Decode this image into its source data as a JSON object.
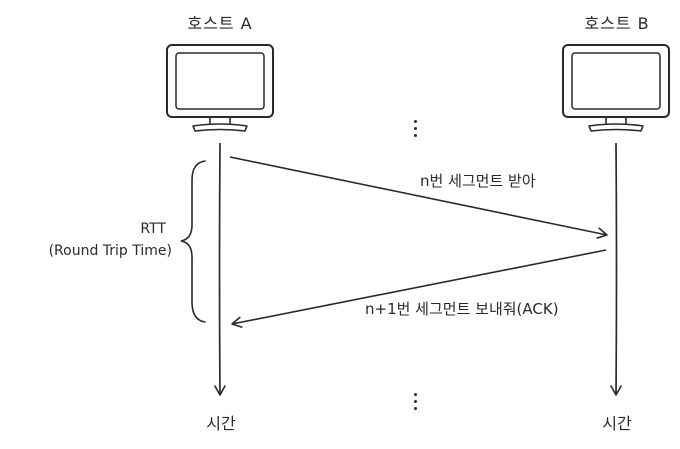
{
  "host_a": {
    "label": "호스트 A"
  },
  "host_b": {
    "label": "호스트 B"
  },
  "messages": {
    "segment_received": "n번 세그먼트 받아",
    "next_segment_request": "n+1번 세그먼트 보내줘(ACK)"
  },
  "rtt": {
    "abbr": "RTT",
    "full": "(Round Trip Time)"
  },
  "time_axis": {
    "left_label": "시간",
    "right_label": "시간"
  },
  "colors": {
    "ink": "#2a2a2a",
    "background": "#ffffff"
  },
  "icons": [
    "monitor-icon",
    "monitor-icon",
    "ellipsis-icon",
    "ellipsis-icon"
  ]
}
